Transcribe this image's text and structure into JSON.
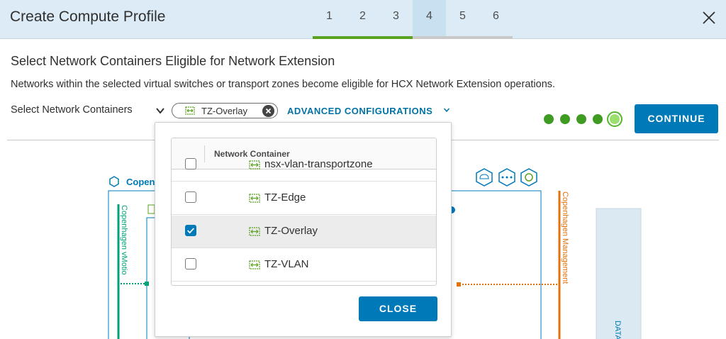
{
  "header": {
    "title": "Create Compute Profile",
    "steps": [
      "1",
      "2",
      "3",
      "4",
      "5",
      "6"
    ],
    "current_step": 4
  },
  "main": {
    "heading": "Select Network Containers Eligible for Network Extension",
    "description": "Networks within the selected virtual switches or transport zones become eligible for HCX Network Extension operations.",
    "select_label": "Select Network Containers",
    "chip": {
      "label": "TZ-Overlay"
    },
    "advanced_label": "ADVANCED CONFIGURATIONS",
    "continue_label": "CONTINUE",
    "progress": {
      "completed": 4,
      "total": 5
    }
  },
  "dropdown": {
    "column_header": "Network Container",
    "rows": [
      {
        "label": "nsx-vlan-transportzone",
        "checked": false
      },
      {
        "label": "TZ-Edge",
        "checked": false
      },
      {
        "label": "TZ-Overlay",
        "checked": true
      },
      {
        "label": "TZ-VLAN",
        "checked": false
      }
    ],
    "close_label": "CLOSE"
  },
  "diagram": {
    "site_label": "Copen",
    "vmotion_label": "Copenhagen vMotio",
    "management_label": "Copenhagen Management",
    "data_label": "DATA"
  },
  "colors": {
    "header_bg": "#dcebf5",
    "primary": "#0079b8",
    "step_done": "#5aa220",
    "vmotion": "#00a27b",
    "management": "#e3720b"
  }
}
